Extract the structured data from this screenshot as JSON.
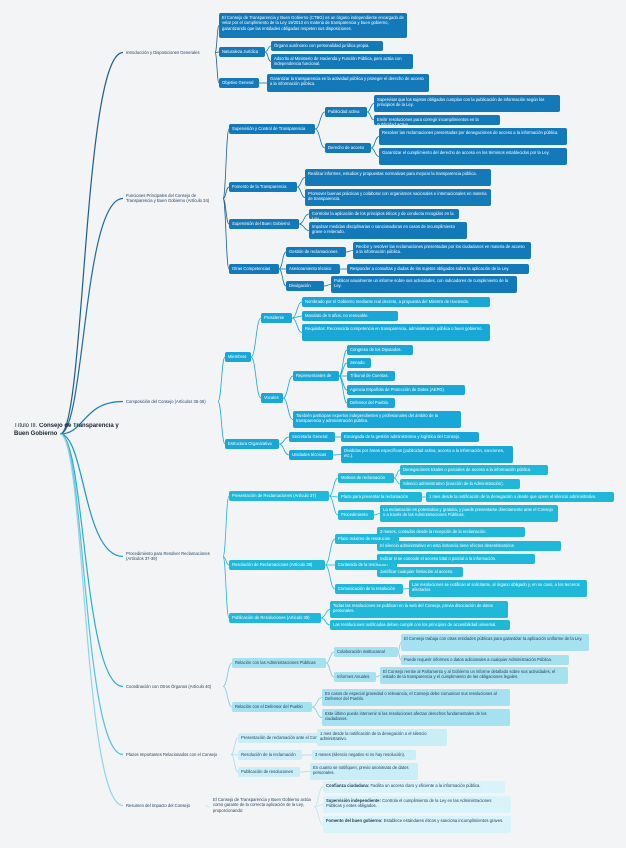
{
  "root": {
    "prefix": "Título III.",
    "title": "Consejo de Transparencia y Buen Gobierno"
  },
  "colors": {
    "navy": "#1c5d8f",
    "blue": "#1479b8",
    "sky": "#18a7d6",
    "cyan": "#1fb8d8",
    "pale": "#a6e1f0",
    "paler": "#c9eef7",
    "stroke": "#2c6fa0"
  },
  "sections": [
    {
      "label": "Introducción y Disposiciones Generales",
      "children": [
        {
          "label": "",
          "text": "El Consejo de Transparencia y Buen Gobierno (CTBG) es un órgano independiente encargado de velar por el cumplimiento de la Ley 19/2013 en materia de transparencia y buen gobierno, garantizando que las entidades obligadas respeten sus disposiciones."
        },
        {
          "label": "Naturaleza Jurídica",
          "items": [
            "Órgano autónomo con personalidad jurídica propia.",
            "Adscrito al Ministerio de Hacienda y Función Pública, pero actúa con independencia funcional."
          ]
        },
        {
          "label": "Objetivo General",
          "items": [
            "Garantizar la transparencia en la actividad pública y proteger el derecho de acceso a la información pública."
          ]
        }
      ]
    },
    {
      "label": "Funciones Principales del Consejo de Transparencia y Buen Gobierno (Artículo 34)",
      "children": [
        {
          "label": "Supervisión y Control de Transparencia",
          "subs": [
            {
              "label": "Publicidad activa",
              "items": [
                "Supervisar que los sujetos obligados cumplan con la publicación de información según los principios de la Ley.",
                "Emitir resoluciones para corregir incumplimientos en la publicidad activa."
              ]
            },
            {
              "label": "Derecho de acceso",
              "items": [
                "Resolver las reclamaciones presentadas por denegaciones de acceso a la información pública.",
                "Garantizar el cumplimiento del derecho de acceso en los términos establecidos por la Ley."
              ]
            }
          ]
        },
        {
          "label": "Fomento de la Transparencia",
          "items": [
            "Realizar informes, estudios y propuestas normativas para mejorar la transparencia pública.",
            "Promover buenas prácticas y colaborar con organismos nacionales e internacionales en materia de transparencia."
          ]
        },
        {
          "label": "Supervisión del Buen Gobierno",
          "items": [
            "Controlar la aplicación de los principios éticos y de conducta recogidos en la Ley.",
            "Impulsar medidas disciplinarias o sancionadoras en casos de incumplimiento grave o reiterado."
          ]
        },
        {
          "label": "Otras Competencias",
          "subs": [
            {
              "label": "Gestión de reclamaciones",
              "items": [
                "Recibir y resolver las reclamaciones presentadas por los ciudadanos en materia de acceso a la información pública."
              ]
            },
            {
              "label": "Asesoramiento técnico",
              "items": [
                "Responder a consultas y dudas de los sujetos obligados sobre la aplicación de la Ley."
              ]
            },
            {
              "label": "Divulgación",
              "items": [
                "Publicar anualmente un informe sobre sus actividades, con indicadores de cumplimiento de la Ley."
              ]
            }
          ]
        }
      ]
    },
    {
      "label": "Composición del Consejo (Artículos 35-36)",
      "children": [
        {
          "label": "Miembros",
          "subs": [
            {
              "label": "Presidente",
              "items": [
                "Nombrado por el Gobierno mediante real decreto, a propuesta del Ministro de Hacienda.",
                "Mandato de 5 años, no renovable.",
                "Requisitos: Reconocida competencia en transparencia, administración pública o buen gobierno."
              ]
            },
            {
              "label": "Vocales",
              "subs": [
                {
                  "label": "Representantes de",
                  "items": [
                    "Congreso de los Diputados.",
                    "Senado.",
                    "Tribunal de Cuentas.",
                    "Agencia Española de Protección de Datos (AEPD).",
                    "Defensor del Pueblo."
                  ]
                },
                {
                  "label": "",
                  "text": "También participan expertos independientes y profesionales del ámbito de la transparencia y administración pública."
                }
              ]
            }
          ]
        },
        {
          "label": "Estructura Organizativa",
          "subs": [
            {
              "label": "Secretaría General",
              "items": [
                "Encargada de la gestión administrativa y logística del Consejo."
              ]
            },
            {
              "label": "Unidades técnicas",
              "items": [
                "Divididas por áreas específicas (publicidad activa, acceso a la información, sanciones, etc.)."
              ]
            }
          ]
        }
      ]
    },
    {
      "label": "Procedimiento para Resolver Reclamaciones (Artículos 37-39)",
      "children": [
        {
          "label": "Presentación de Reclamaciones (Artículo 37)",
          "subs": [
            {
              "label": "Motivos de reclamación",
              "items": [
                "Denegaciones totales o parciales de acceso a la información pública.",
                "Silencio administrativo (inacción de la Administración)."
              ]
            },
            {
              "label": "Plazo para presentar la reclamación",
              "items": [
                "1 mes desde la notificación de la denegación o desde que opere el silencio administrativo."
              ]
            },
            {
              "label": "Procedimiento",
              "items": [
                "La reclamación es potestativa y gratuita, y puede presentarse directamente ante el Consejo o a través de las Administraciones Públicas."
              ]
            }
          ]
        },
        {
          "label": "Resolución de Reclamaciones (Artículo 38)",
          "subs": [
            {
              "label": "Plazo máximo de resolución",
              "items": [
                "3 meses, contados desde la recepción de la reclamación.",
                "El silencio administrativo en esta instancia tiene efectos desestimatorios."
              ]
            },
            {
              "label": "Contenido de la resolución",
              "items": [
                "Indicar si se concede el acceso total o parcial a la información.",
                "Justificar cualquier limitación al acceso."
              ]
            },
            {
              "label": "Comunicación de la resolución",
              "items": [
                "Las resoluciones se notifican al solicitante, al órgano obligado y, en su caso, a los terceros afectados."
              ]
            }
          ]
        },
        {
          "label": "Publicación de Resoluciones (Artículo 39)",
          "items": [
            "Todas las resoluciones se publican en la web del Consejo, previa disociación de datos personales.",
            "Las resoluciones notificadas deben cumplir con los principios de accesibilidad universal."
          ]
        }
      ]
    },
    {
      "label": "Coordinación con Otros Órganos (Artículo 40)",
      "children": [
        {
          "label": "Relación con las Administraciones Públicas",
          "subs": [
            {
              "label": "Colaboración institucional",
              "items": [
                "El Consejo trabaja con otras entidades públicas para garantizar la aplicación uniforme de la Ley.",
                "Puede requerir informes o datos adicionales a cualquier Administración Pública."
              ]
            },
            {
              "label": "Informes Anuales",
              "items": [
                "El Consejo remite al Parlamento y al Gobierno un informe detallado sobre sus actividades, el estado de la transparencia y el cumplimiento de las obligaciones legales."
              ]
            }
          ]
        },
        {
          "label": "Relación con el Defensor del Pueblo",
          "items": [
            "En casos de especial gravedad o relevancia, el Consejo debe comunicar sus resoluciones al Defensor del Pueblo.",
            "Este último puede intervenir si las resoluciones afectan derechos fundamentales de los ciudadanos."
          ]
        }
      ]
    },
    {
      "label": "Plazos Importantes Relacionados con el Consejo",
      "children": [
        {
          "label": "Presentación de reclamación ante el Consejo",
          "items": [
            "1 mes desde la notificación de la denegación o el silencio administrativo."
          ]
        },
        {
          "label": "Resolución de la reclamación",
          "items": [
            "3 meses (silencio negativo si no hay resolución)."
          ]
        },
        {
          "label": "Publicación de resoluciones",
          "items": [
            "En cuanto se notifiquen, previo anonimato de datos personales."
          ]
        }
      ]
    },
    {
      "label": "Resumen del Impacto del Consejo",
      "children": [
        {
          "label": "El Consejo de Transparencia y Buen Gobierno actúa como garante de la correcta aplicación de la Ley, proporcionando:",
          "items": [
            {
              "bold": "Confianza ciudadana:",
              "rest": " Facilita un acceso claro y eficiente a la información pública."
            },
            {
              "bold": "Supervisión independiente:",
              "rest": " Controla el cumplimiento de la Ley en las Administraciones Públicas y entes obligados."
            },
            {
              "bold": "Fomento del buen gobierno:",
              "rest": " Establece estándares éticos y sanciona incumplimientos graves."
            }
          ]
        }
      ]
    }
  ]
}
